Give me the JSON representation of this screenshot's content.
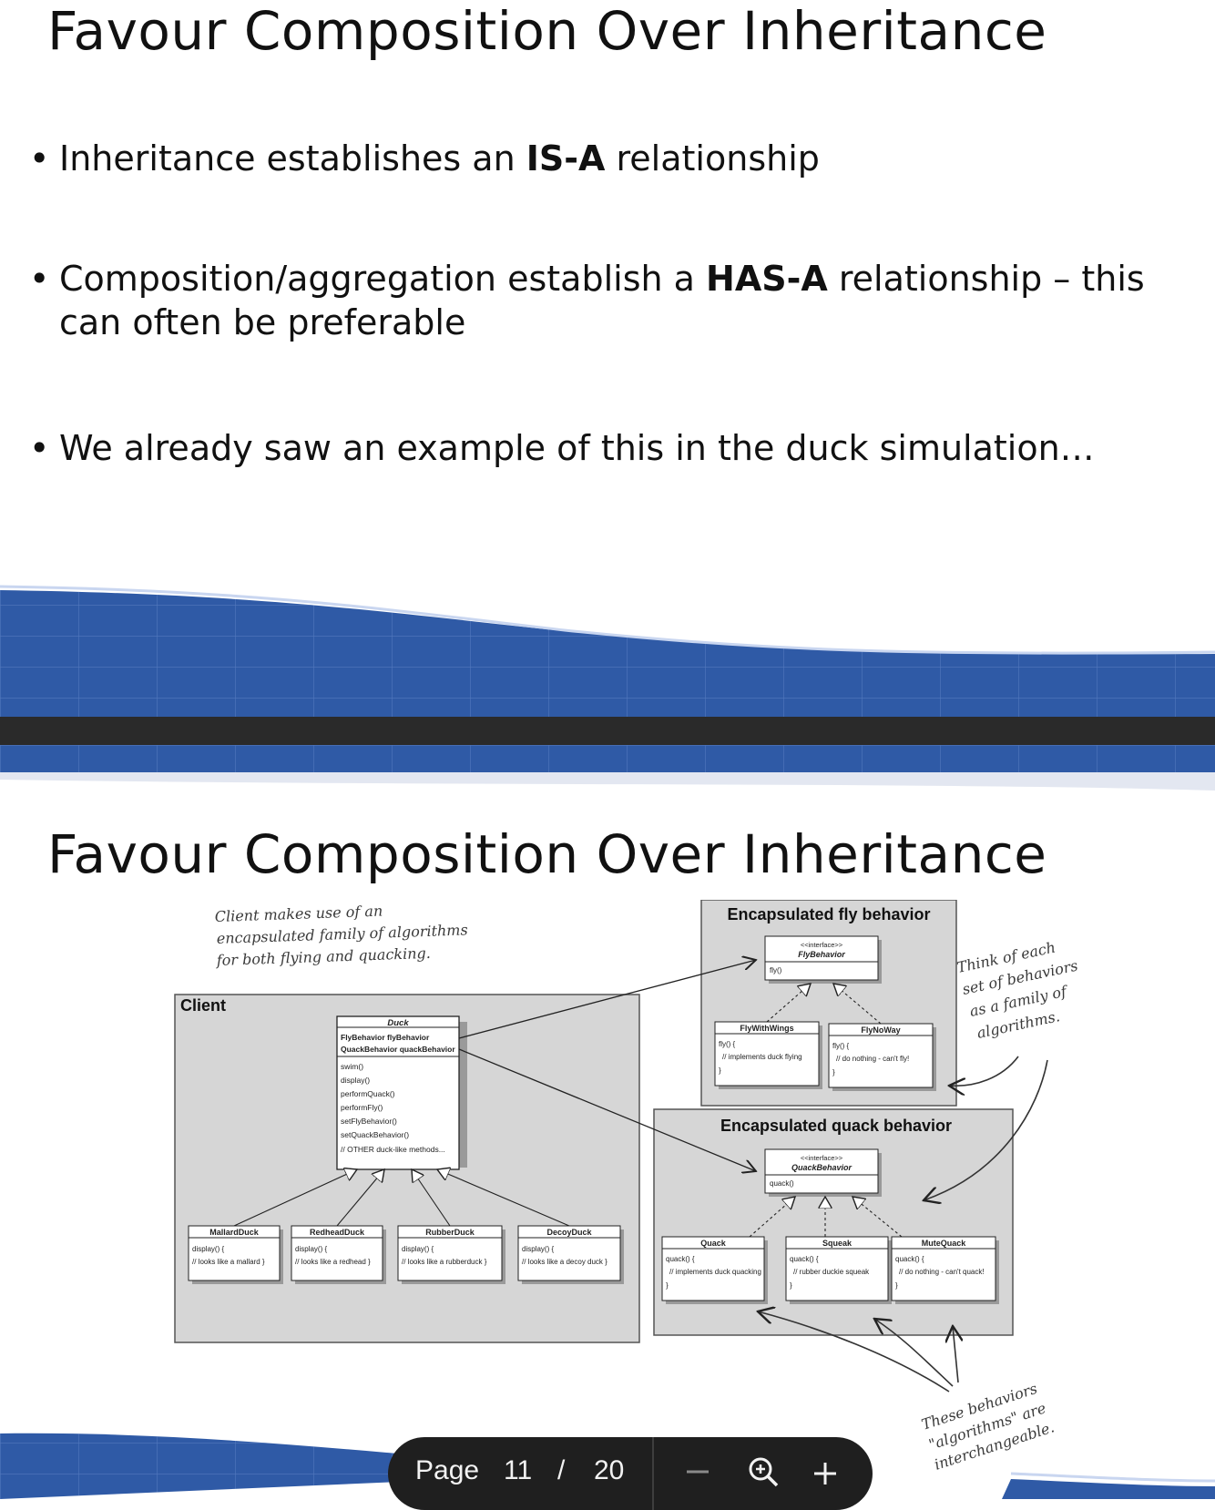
{
  "slide1": {
    "title": "Favour Composition Over Inheritance",
    "bullets": [
      {
        "before": "Inheritance establishes an ",
        "bold": "IS-A",
        "after": " relationship"
      },
      {
        "before": "Composition/aggregation establish a ",
        "bold": "HAS-A",
        "after": " relationship – this can often be preferable"
      },
      {
        "before": "We already saw an example of this in the duck simulation…",
        "bold": "",
        "after": ""
      }
    ]
  },
  "slide2": {
    "title": "Favour Composition Over Inheritance",
    "diagram": {
      "client_label": "Client",
      "duck": {
        "name": "Duck",
        "fields": [
          "FlyBehavior flyBehavior",
          "QuackBehavior quackBehavior"
        ],
        "methods": [
          "swim()",
          "display()",
          "performQuack()",
          "performFly()",
          "setFlyBehavior()",
          "setQuackBehavior()",
          "// OTHER duck-like methods..."
        ]
      },
      "subclasses": [
        {
          "name": "MallardDuck",
          "lines": [
            "display() {",
            "// looks like a mallard }"
          ]
        },
        {
          "name": "RedheadDuck",
          "lines": [
            "display() {",
            "// looks like a redhead }"
          ]
        },
        {
          "name": "RubberDuck",
          "lines": [
            "display() {",
            "// looks like a rubberduck }"
          ]
        },
        {
          "name": "DecoyDuck",
          "lines": [
            "display() {",
            "// looks like a decoy duck }"
          ]
        }
      ],
      "fly_group": {
        "title": "Encapsulated fly behavior",
        "interface_stereotype": "<<interface>>",
        "interface_name": "FlyBehavior",
        "interface_method": "fly()",
        "impls": [
          {
            "name": "FlyWithWings",
            "lines": [
              "fly() {",
              "// implements duck flying",
              "}"
            ]
          },
          {
            "name": "FlyNoWay",
            "lines": [
              "fly() {",
              "// do nothing - can't fly!",
              "}"
            ]
          }
        ]
      },
      "quack_group": {
        "title": "Encapsulated quack behavior",
        "interface_stereotype": "<<interface>>",
        "interface_name": "QuackBehavior",
        "interface_method": "quack()",
        "impls": [
          {
            "name": "Quack",
            "lines": [
              "quack() {",
              "// implements duck quacking",
              "}"
            ]
          },
          {
            "name": "Squeak",
            "lines": [
              "quack() {",
              "// rubber duckie squeak",
              "}"
            ]
          },
          {
            "name": "MuteQuack",
            "lines": [
              "quack() {",
              "// do nothing - can't quack!",
              "}"
            ]
          }
        ]
      },
      "notes": {
        "client": [
          "Client makes use of an",
          "encapsulated family of algorithms",
          "for both flying and quacking."
        ],
        "family": [
          "Think of each",
          "set of behaviors",
          "as a family of",
          "algorithms."
        ],
        "interchangeable": [
          "These behaviors",
          "\"algorithms\" are",
          "interchangeable."
        ]
      }
    }
  },
  "toolbar": {
    "page_label": "Page",
    "current_page": "11",
    "separator": "/",
    "total_pages": "20"
  },
  "colors": {
    "banner_blue": "#2f5aa6",
    "banner_dark": "#1d3f86",
    "toolbar_bg": "#1f1f1f",
    "diagram_group_bg": "#d6d6d6"
  }
}
